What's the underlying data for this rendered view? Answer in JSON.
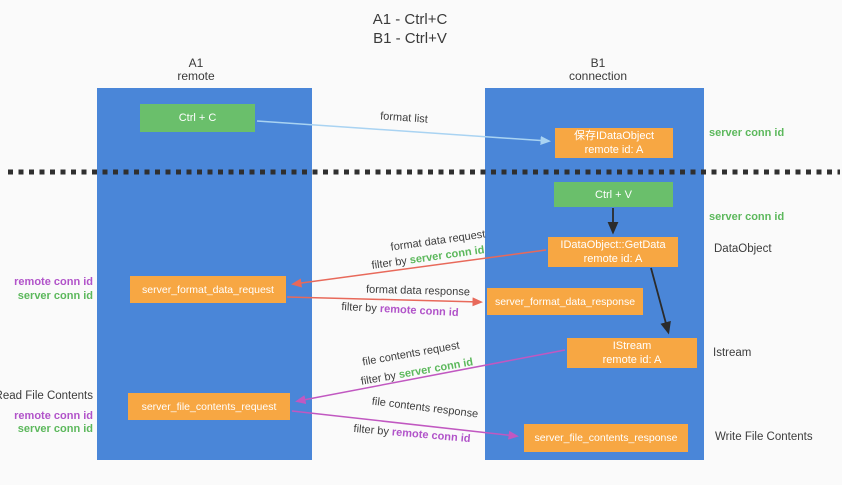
{
  "title": {
    "line1": "A1 - Ctrl+C",
    "line2": "B1 - Ctrl+V"
  },
  "lanes": {
    "left": {
      "name": "A1",
      "role": "remote"
    },
    "right": {
      "name": "B1",
      "role": "connection"
    }
  },
  "nodes": {
    "ctrl_c": {
      "label": "Ctrl + C"
    },
    "ctrl_v": {
      "label": "Ctrl + V"
    },
    "save_dataobject": {
      "line1": "保存IDataObject",
      "line2": "remote id: A"
    },
    "getdata": {
      "line1": "IDataObject::GetData",
      "line2": "remote id: A"
    },
    "istream": {
      "line1": "IStream",
      "line2": "remote id: A"
    },
    "server_format_data_request": {
      "label": "server_format_data_request"
    },
    "server_format_data_response": {
      "label": "server_format_data_response"
    },
    "server_file_contents_request": {
      "label": "server_file_contents_request"
    },
    "server_file_contents_response": {
      "label": "server_file_contents_response"
    }
  },
  "flows": {
    "format_list": {
      "label": "format list"
    },
    "format_data_request": {
      "label": "format data request",
      "filter_prefix": "filter by",
      "filter_key": "server conn id"
    },
    "format_data_response": {
      "label": "format data response",
      "filter_prefix": "filter by",
      "filter_key": "remote conn id"
    },
    "file_contents_request": {
      "label": "file contents request",
      "filter_prefix": "filter by",
      "filter_key": "server conn id"
    },
    "file_contents_response": {
      "label": "file contents response",
      "filter_prefix": "filter by",
      "filter_key": "remote conn id"
    }
  },
  "annotations": {
    "right_server_conn_top": "server conn id",
    "right_server_conn_mid": "server conn id",
    "right_dataobject": "DataObject",
    "right_istream": "Istream",
    "right_write_file": "Write File Contents",
    "left_remote_conn_top": "remote conn id",
    "left_server_conn_top": "server conn id",
    "left_read_file": "Read File Contents",
    "left_remote_conn_bottom": "remote conn id",
    "left_server_conn_bottom": "server conn id"
  },
  "colors": {
    "background": "#fafafa",
    "lane_blue": "#4a86d8",
    "box_green": "#6abf6b",
    "box_orange": "#f7a743",
    "label_green": "#5cb85c",
    "label_purple": "#b153c9",
    "arrow_red": "#e8695a",
    "arrow_magenta": "#c158c1",
    "arrow_light_blue": "#a9d3f2",
    "arrow_black": "#2b2b2b",
    "divider_dots": "#2f2f2f"
  }
}
